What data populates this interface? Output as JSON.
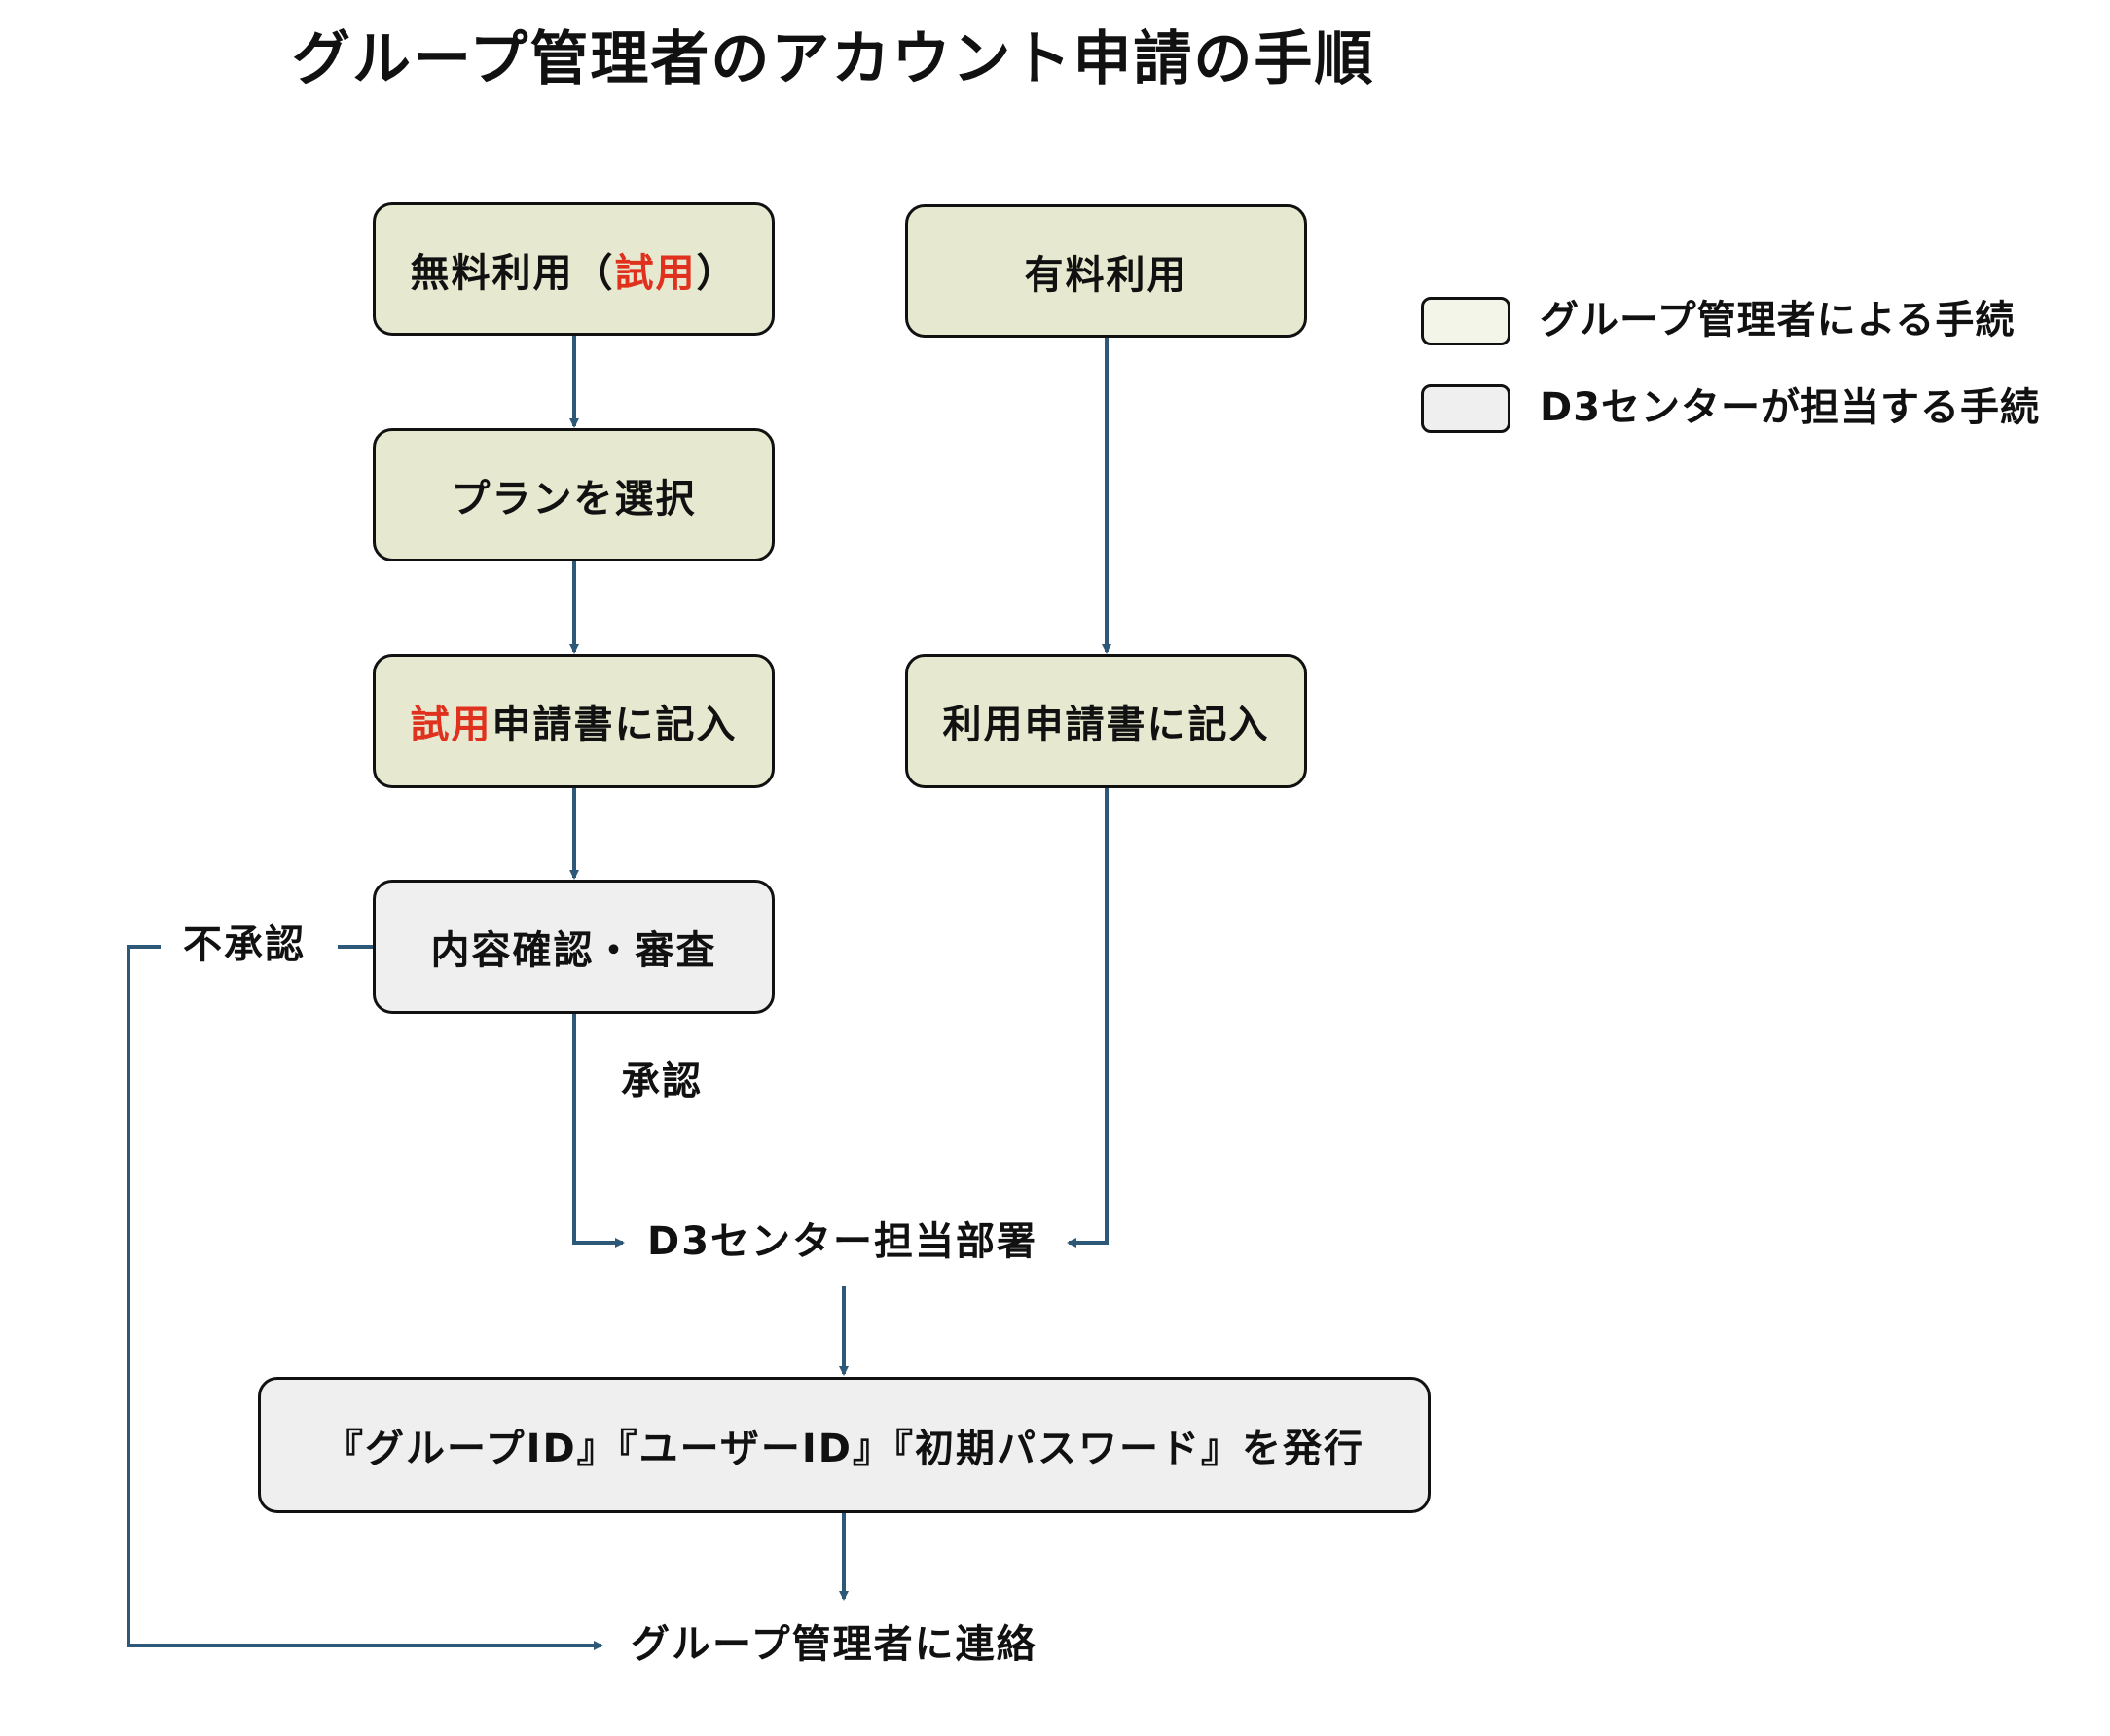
{
  "title": "グループ管理者のアカウント申請の手順",
  "free_trial": {
    "prefix": "無料利用（",
    "highlight": "試用",
    "suffix": "）"
  },
  "paid": "有料利用",
  "select_plan": "プランを選択",
  "trial_form": {
    "highlight": "試用",
    "suffix": "申請書に記入"
  },
  "usage_form": "利用申請書に記入",
  "review": "内容確認・審査",
  "rejected": "不承認",
  "approved": "承認",
  "d3_dept": "D3センター担当部署",
  "issue": "『グループID』『ユーザーID』『初期パスワード』を発行",
  "contact": "グループ管理者に連絡",
  "legend": {
    "group_admin": "グループ管理者による手続",
    "d3_center": "D3センターが担当する手続"
  },
  "colors": {
    "group_admin_box": "#e6e9cf",
    "d3_box": "#efefef",
    "highlight": "#e0301e",
    "arrow": "#2d5878"
  }
}
